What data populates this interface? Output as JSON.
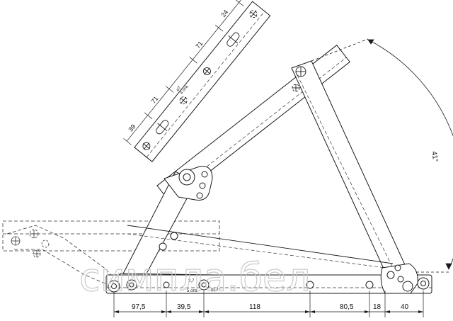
{
  "drawing": {
    "top_plate_dims": {
      "d39": "39",
      "d71_1": "71",
      "d71_2": "71",
      "d24": "24"
    },
    "hole_note": {
      "dia7": "⌀7",
      "count": "4 отв."
    },
    "angle": "41°",
    "bottom_dims": {
      "d97_5": "97,5",
      "d39_5": "39,5",
      "d118": "118",
      "d80_5": "80,5",
      "d18": "18",
      "d40": "40"
    },
    "bottom_hole_note": {
      "dia12": "⌀12",
      "dia2_7": "2,7",
      "count": "5 отв."
    },
    "watermark": "симпла.бел"
  },
  "colors": {
    "line": "#1a1a1a",
    "watermark": "#c9c9c9"
  }
}
